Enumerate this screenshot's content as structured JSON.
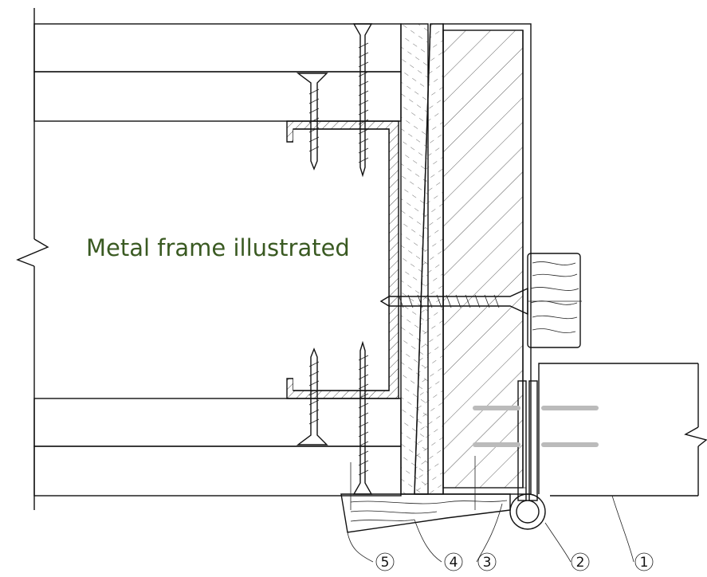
{
  "drawing": {
    "caption": "Metal frame illustrated",
    "callouts": [
      "5",
      "4",
      "3",
      "2",
      "1"
    ]
  }
}
